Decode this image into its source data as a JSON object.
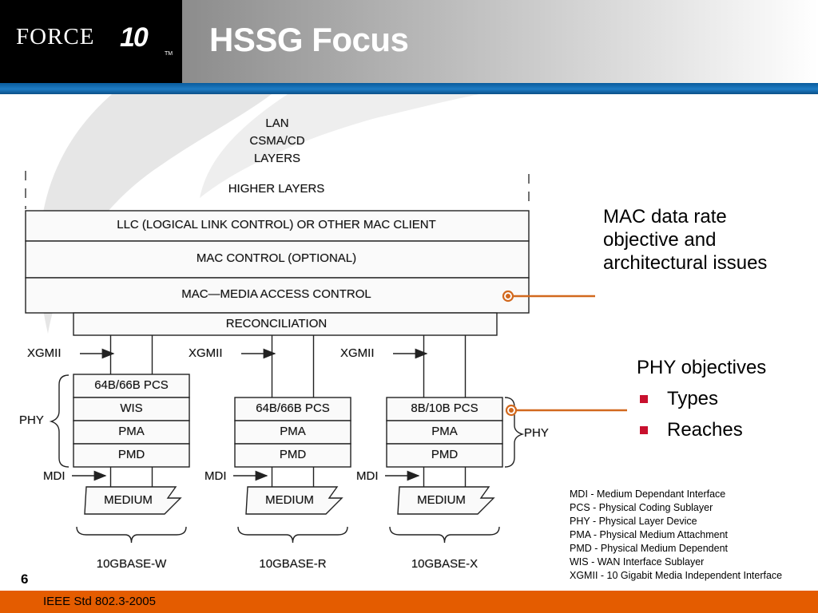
{
  "header": {
    "logo_text": "FORCE",
    "logo_mark": "10",
    "logo_tm": "TM",
    "title": "HSSG Focus"
  },
  "diagram": {
    "heading": [
      "LAN",
      "CSMA/CD",
      "LAYERS"
    ],
    "layers": {
      "higher": "HIGHER LAYERS",
      "llc": "LLC (LOGICAL LINK CONTROL) OR OTHER MAC CLIENT",
      "mac_control": "MAC CONTROL (OPTIONAL)",
      "mac": "MAC—MEDIA ACCESS CONTROL",
      "reconciliation": "RECONCILIATION"
    },
    "xgmii_label": "XGMII",
    "mdi_label": "MDI",
    "phy_label": "PHY",
    "medium_label": "MEDIUM",
    "stacks": [
      {
        "sublayers": [
          "64B/66B PCS",
          "WIS",
          "PMA",
          "PMD"
        ],
        "name": "10GBASE-W"
      },
      {
        "sublayers": [
          "64B/66B PCS",
          "PMA",
          "PMD"
        ],
        "name": "10GBASE-R"
      },
      {
        "sublayers": [
          "8B/10B PCS",
          "PMA",
          "PMD"
        ],
        "name": "10GBASE-X"
      }
    ]
  },
  "callouts": {
    "mac": "MAC data rate objective and architectural issues",
    "phy_heading": "PHY objectives",
    "phy_items": [
      "Types",
      "Reaches"
    ]
  },
  "glossary": [
    "MDI - Medium Dependant Interface",
    "PCS - Physical Coding Sublayer",
    "PHY - Physical Layer Device",
    "PMA - Physical Medium Attachment",
    "PMD - Physical Medium Dependent",
    "WIS - WAN Interface Sublayer",
    "XGMII - 10 Gigabit Media Independent Interface"
  ],
  "footer": {
    "page_number": "6",
    "text": "IEEE Std 802.3-2005"
  },
  "colors": {
    "header_black": "#000000",
    "header_rule_blue": "#1f7cc4",
    "footer_orange": "#e45c00",
    "callout_line": "#d2691e",
    "bullet_red": "#c8102e"
  }
}
